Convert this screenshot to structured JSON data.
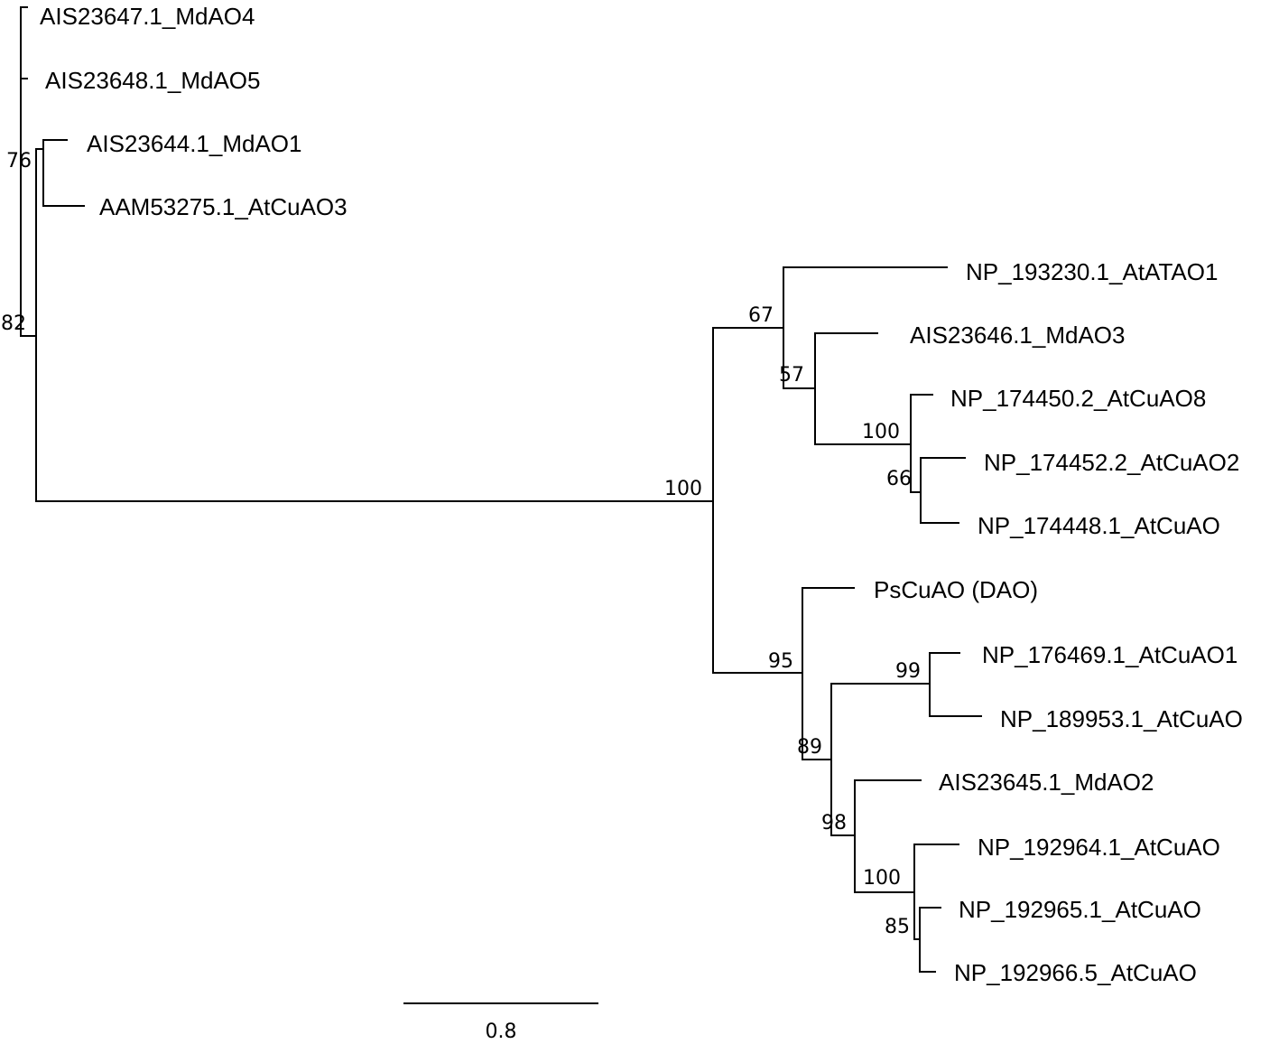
{
  "tree": {
    "leaves": [
      {
        "id": "l1",
        "label": "AIS23647.1_MdAO4"
      },
      {
        "id": "l2",
        "label": "AIS23648.1_MdAO5"
      },
      {
        "id": "l3",
        "label": "AIS23644.1_MdAO1"
      },
      {
        "id": "l4",
        "label": "AAM53275.1_AtCuAO3"
      },
      {
        "id": "l5",
        "label": "NP_193230.1_AtATAO1"
      },
      {
        "id": "l6",
        "label": "AIS23646.1_MdAO3"
      },
      {
        "id": "l7",
        "label": "NP_174450.2_AtCuAO8"
      },
      {
        "id": "l8",
        "label": "NP_174452.2_AtCuAO2"
      },
      {
        "id": "l9",
        "label": "NP_174448.1_AtCuAO"
      },
      {
        "id": "l10",
        "label": "PsCuAO (DAO)"
      },
      {
        "id": "l11",
        "label": "NP_176469.1_AtCuAO1"
      },
      {
        "id": "l12",
        "label": "NP_189953.1_AtCuAO"
      },
      {
        "id": "l13",
        "label": "AIS23645.1_MdAO2"
      },
      {
        "id": "l14",
        "label": "NP_192964.1_AtCuAO"
      },
      {
        "id": "l15",
        "label": "NP_192965.1_AtCuAO"
      },
      {
        "id": "l16",
        "label": "NP_192966.5_AtCuAO"
      }
    ],
    "support_values": [
      {
        "node": "n76",
        "value": "76"
      },
      {
        "node": "n82",
        "value": "82"
      },
      {
        "node": "n67",
        "value": "67"
      },
      {
        "node": "n57",
        "value": "57"
      },
      {
        "node": "n100a",
        "value": "100"
      },
      {
        "node": "n66",
        "value": "66"
      },
      {
        "node": "n100root",
        "value": "100"
      },
      {
        "node": "n95",
        "value": "95"
      },
      {
        "node": "n99",
        "value": "99"
      },
      {
        "node": "n89",
        "value": "89"
      },
      {
        "node": "n98",
        "value": "98"
      },
      {
        "node": "n100b",
        "value": "100"
      },
      {
        "node": "n85",
        "value": "85"
      }
    ],
    "scale_bar": {
      "value": 0.8,
      "label": "0.8"
    }
  }
}
